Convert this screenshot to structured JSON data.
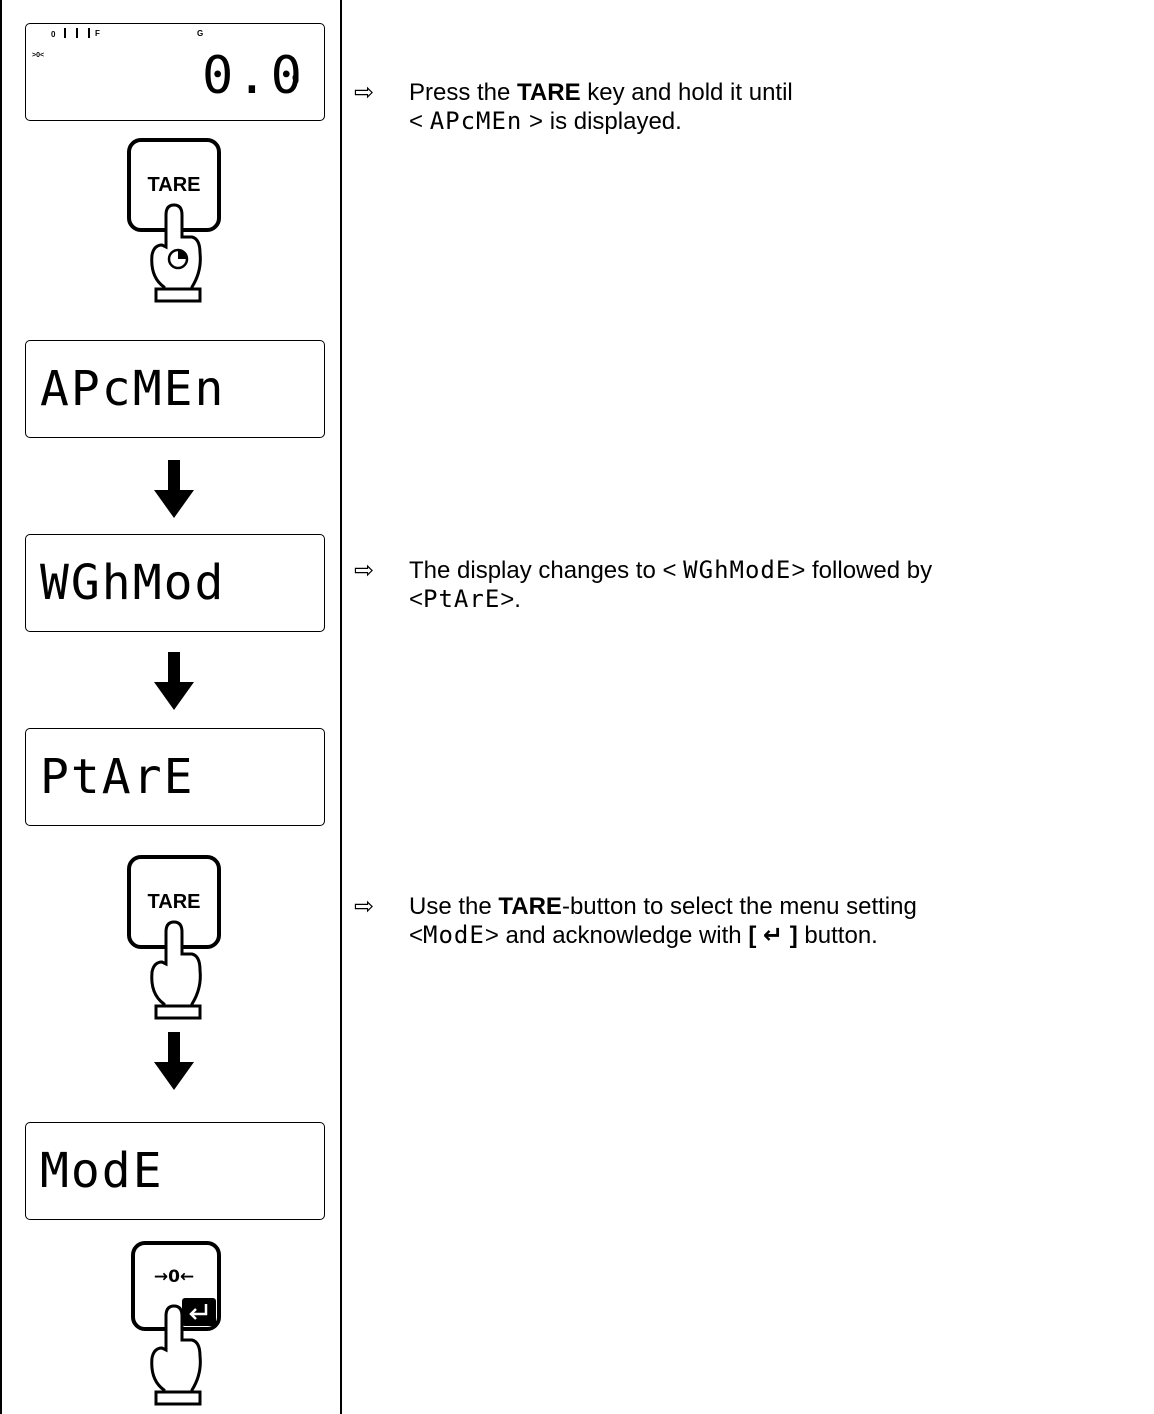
{
  "displays": {
    "weight": {
      "indicator_top": "0",
      "indicator_f": "F",
      "indicator_g": "G",
      "stable_mark": ">0<",
      "value": "0.0",
      "unit": "g"
    },
    "apcmen": "APcMEn",
    "wghmod": "WGhMod",
    "ptare": "PtArE",
    "mode": "ModE"
  },
  "keys": {
    "tare_1": "TARE",
    "tare_2": "TARE",
    "zero_enter": "→0←"
  },
  "steps": [
    {
      "bullet": "⇨",
      "pre": "Press the ",
      "bold": "TARE",
      "post1": " key and hold it until",
      "lt": "< ",
      "code": "APcMEn",
      "post2": " > is displayed."
    },
    {
      "bullet": "⇨",
      "pre": "The display changes to < ",
      "code1": "WGhModE",
      "mid": "> followed by",
      "lt": "<",
      "code2": "PtArE",
      "post": ">."
    },
    {
      "bullet": "⇨",
      "pre": "Use the ",
      "bold": "TARE",
      "post1": "-button to select the menu setting",
      "lt": "<",
      "code": "ModE",
      "post2": "> and acknowledge with ",
      "bracket": "[ ↵ ]",
      "post3": " button."
    }
  ]
}
